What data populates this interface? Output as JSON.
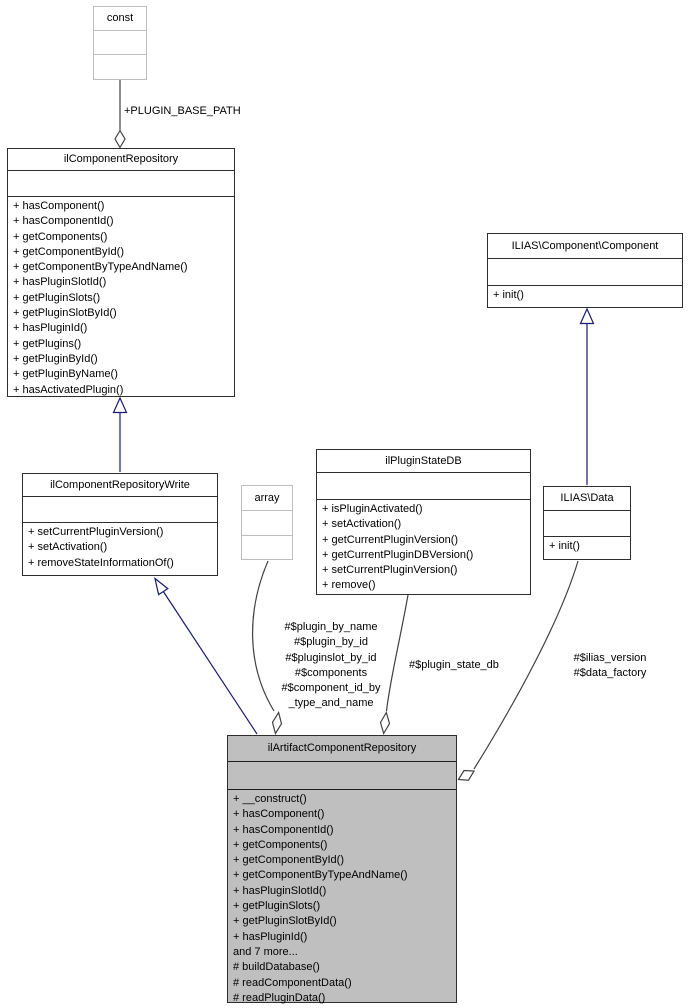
{
  "diagram": {
    "classes": {
      "const_box": {
        "title": "const"
      },
      "ilComponentRepository": {
        "title": "ilComponentRepository",
        "methods": [
          "+ hasComponent()",
          "+ hasComponentId()",
          "+ getComponents()",
          "+ getComponentById()",
          "+ getComponentByTypeAndName()",
          "+ hasPluginSlotId()",
          "+ getPluginSlots()",
          "+ getPluginSlotById()",
          "+ hasPluginId()",
          "+ getPlugins()",
          "+ getPluginById()",
          "+ getPluginByName()",
          "+ hasActivatedPlugin()"
        ]
      },
      "ilias_component_component": {
        "title": "ILIAS\\Component\\Component",
        "methods": [
          "+ init()"
        ]
      },
      "ilComponentRepositoryWrite": {
        "title": "ilComponentRepositoryWrite",
        "methods": [
          "+ setCurrentPluginVersion()",
          "+ setActivation()",
          "+ removeStateInformationOf()"
        ]
      },
      "array_box": {
        "title": "array"
      },
      "ilPluginStateDB": {
        "title": "ilPluginStateDB",
        "methods": [
          "+ isPluginActivated()",
          "+ setActivation()",
          "+ getCurrentPluginVersion()",
          "+ getCurrentPluginDBVersion()",
          "+ setCurrentPluginVersion()",
          "+ remove()"
        ]
      },
      "ilias_data": {
        "title": "ILIAS\\Data",
        "methods": [
          "+ init()"
        ]
      },
      "ilArtifactComponentRepository": {
        "title": "ilArtifactComponentRepository",
        "methods": [
          "+ __construct()",
          "+ hasComponent()",
          "+ hasComponentId()",
          "+ getComponents()",
          "+ getComponentById()",
          "+ getComponentByTypeAndName()",
          "+ hasPluginSlotId()",
          "+ getPluginSlots()",
          "+ getPluginSlotById()",
          "+ hasPluginId()",
          "and 7 more...",
          "# buildDatabase()",
          "# readComponentData()",
          "# readPluginData()"
        ]
      }
    },
    "edge_labels": {
      "plugin_base_path": "+PLUGIN_BASE_PATH",
      "components_aggregation": [
        "#$plugin_by_name",
        "#$plugin_by_id",
        "#$pluginslot_by_id",
        "#$components",
        "#$component_id_by",
        "_type_and_name"
      ],
      "plugin_state_db": "#$plugin_state_db",
      "ilias_data_aggregation": [
        "#$ilias_version",
        "#$data_factory"
      ]
    },
    "colors": {
      "inheritance_edge": "#191970",
      "aggregation_edge": "#404040",
      "class_fill": "#ffffff",
      "highlight_fill": "#bfbfbf",
      "muted_border": "#bebebe",
      "border": "#2e2e2e"
    }
  }
}
